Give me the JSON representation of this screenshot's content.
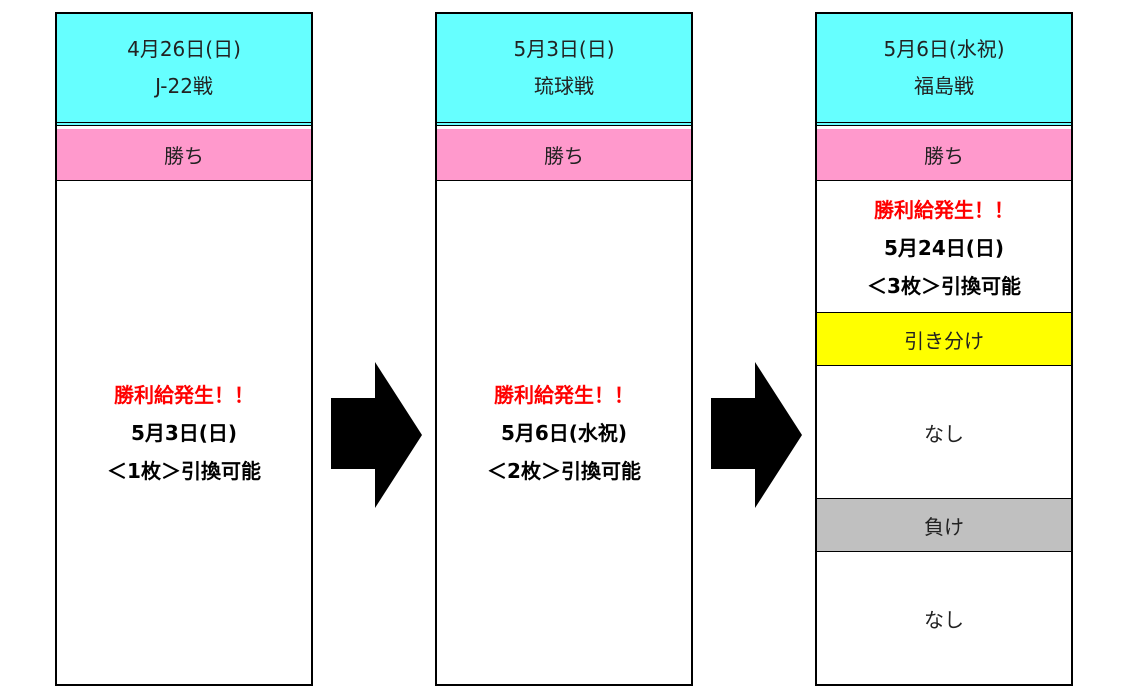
{
  "columns": [
    {
      "date": "4月26日(日)",
      "match": "J-22戦",
      "result": "勝ち",
      "notice": "勝利給発生！！",
      "exchange_date": "5月3日(日)",
      "exchange": "＜1枚＞引換可能"
    },
    {
      "date": "5月3日(日)",
      "match": "琉球戦",
      "result": "勝ち",
      "notice": "勝利給発生！！",
      "exchange_date": "5月6日(水祝)",
      "exchange": "＜2枚＞引換可能"
    },
    {
      "date": "5月6日(水祝)",
      "match": "福島戦",
      "result": "勝ち",
      "notice": "勝利給発生！！",
      "exchange_date": "5月24日(日)",
      "exchange": "＜3枚＞引換可能",
      "draw_label": "引き分け",
      "draw_result": "なし",
      "lose_label": "負け",
      "lose_result": "なし"
    }
  ]
}
